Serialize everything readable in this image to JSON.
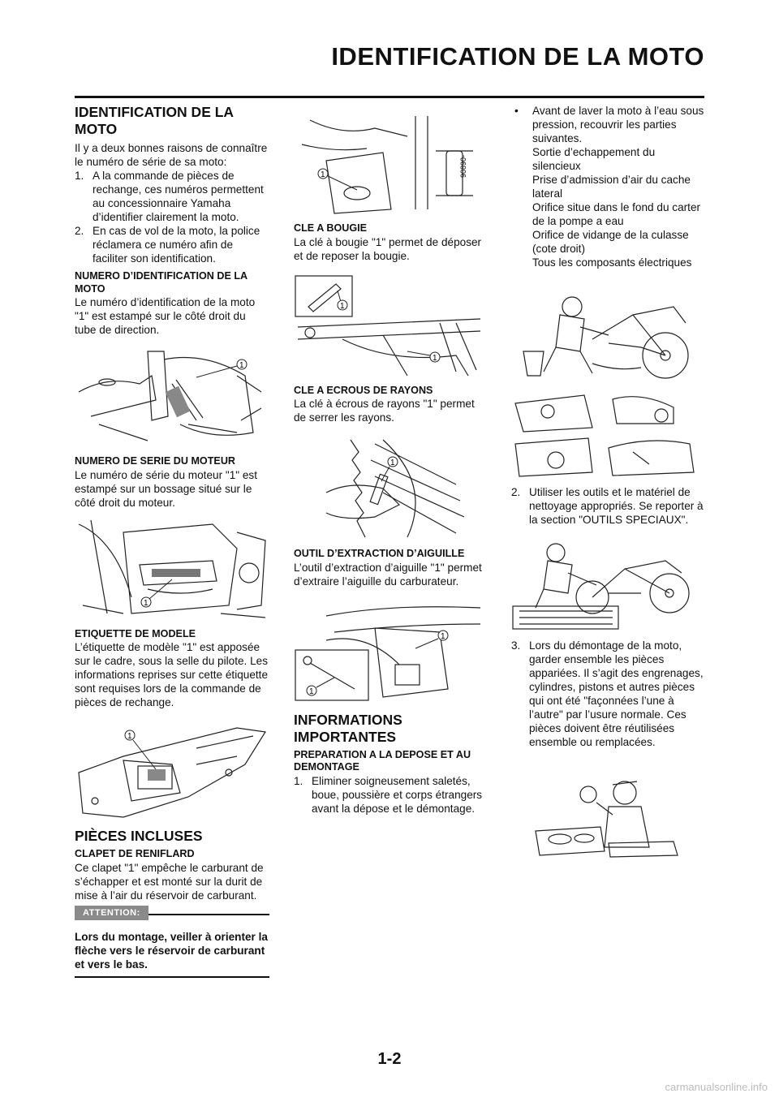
{
  "header": {
    "title": "IDENTIFICATION DE LA MOTO"
  },
  "col1": {
    "section_title": "IDENTIFICATION DE LA MOTO",
    "intro": "Il y a deux bonnes raisons de connaître le numéro de série de sa moto:",
    "reasons": [
      {
        "n": "1.",
        "t": "A la commande de pièces de rechange, ces numéros permettent au concessionnaire Yamaha d’identifier clairement la moto."
      },
      {
        "n": "2.",
        "t": "En cas de vol de la moto, la police réclamera ce numéro afin de faciliter son identification."
      }
    ],
    "vin_title": "NUMERO D’IDENTIFICATION DE LA MOTO",
    "vin_text": "Le numéro d’identification de la moto \"1\" est estampé sur le côté droit du tube de direction.",
    "engine_title": "NUMERO DE SERIE DU MOTEUR",
    "engine_text": "Le numéro de série du moteur \"1\" est estampé sur un bossage situé sur le côté droit du moteur.",
    "model_title": "ETIQUETTE DE MODELE",
    "model_text": "L’étiquette de modèle \"1\" est apposée sur le cadre, sous la selle du pilote. Les informations reprises sur cette étiquette sont requises lors de la commande de pièces de rechange.",
    "parts_title": "PIÈCES INCLUSES",
    "breather_title": "CLAPET DE RENIFLARD",
    "breather_text": "Ce clapet \"1\" empêche le carburant de s’échapper et est monté sur la durit de mise à l’air du réservoir de carburant.",
    "attention_label": "ATTENTION:",
    "attention_text": "Lors du montage, veiller à orienter la flèche vers le réservoir de carburant et vers le bas."
  },
  "col2": {
    "plug_title": "CLE A BOUGIE",
    "plug_text": "La clé à bougie \"1\" permet de déposer et de reposer la bougie.",
    "nipple_title": "CLE A ECROUS DE RAYONS",
    "nipple_text": "La clé à écrous de rayons \"1\" permet de serrer les rayons.",
    "needle_title": "OUTIL D’EXTRACTION D’AIGUILLE",
    "needle_text": "L’outil d’extraction d’aiguille \"1\" permet d’extraire l’aiguille du carburateur.",
    "info_title": "INFORMATIONS IMPORTANTES",
    "prep_title": "PREPARATION A LA DEPOSE ET AU DEMONTAGE",
    "step1_n": "1.",
    "step1": "Eliminer soigneusement saletés, boue, poussière et corps étrangers avant la dépose et le démontage."
  },
  "col3": {
    "bullet": "•",
    "wash_lines": [
      "Avant de laver la moto à l’eau sous pression, recouvrir les parties suivantes.",
      "Sortie d’echappement du silencieux",
      "Prise d’admission d’air du cache lateral",
      "Orifice situe dans le fond du carter de la pompe a eau",
      "Orifice de vidange de la culasse (cote droit)",
      "Tous les composants électriques"
    ],
    "step2_n": "2.",
    "step2": "Utiliser les outils et le matériel de nettoyage appropriés. Se reporter à la section \"OUTILS SPECIAUX\".",
    "step3_n": "3.",
    "step3": "Lors du démontage de la moto, garder ensemble les pièces appariées. Il s’agit des engrenages, cylindres, pistons et autres pièces qui ont été \"façonnées l’une à l’autre\" par l’usure normale. Ces pièces doivent être réutilisées ensemble ou remplacées."
  },
  "callout": "1",
  "tool_label": "90890-",
  "page_number": "1-2",
  "watermark": "carmanualsonline.info"
}
